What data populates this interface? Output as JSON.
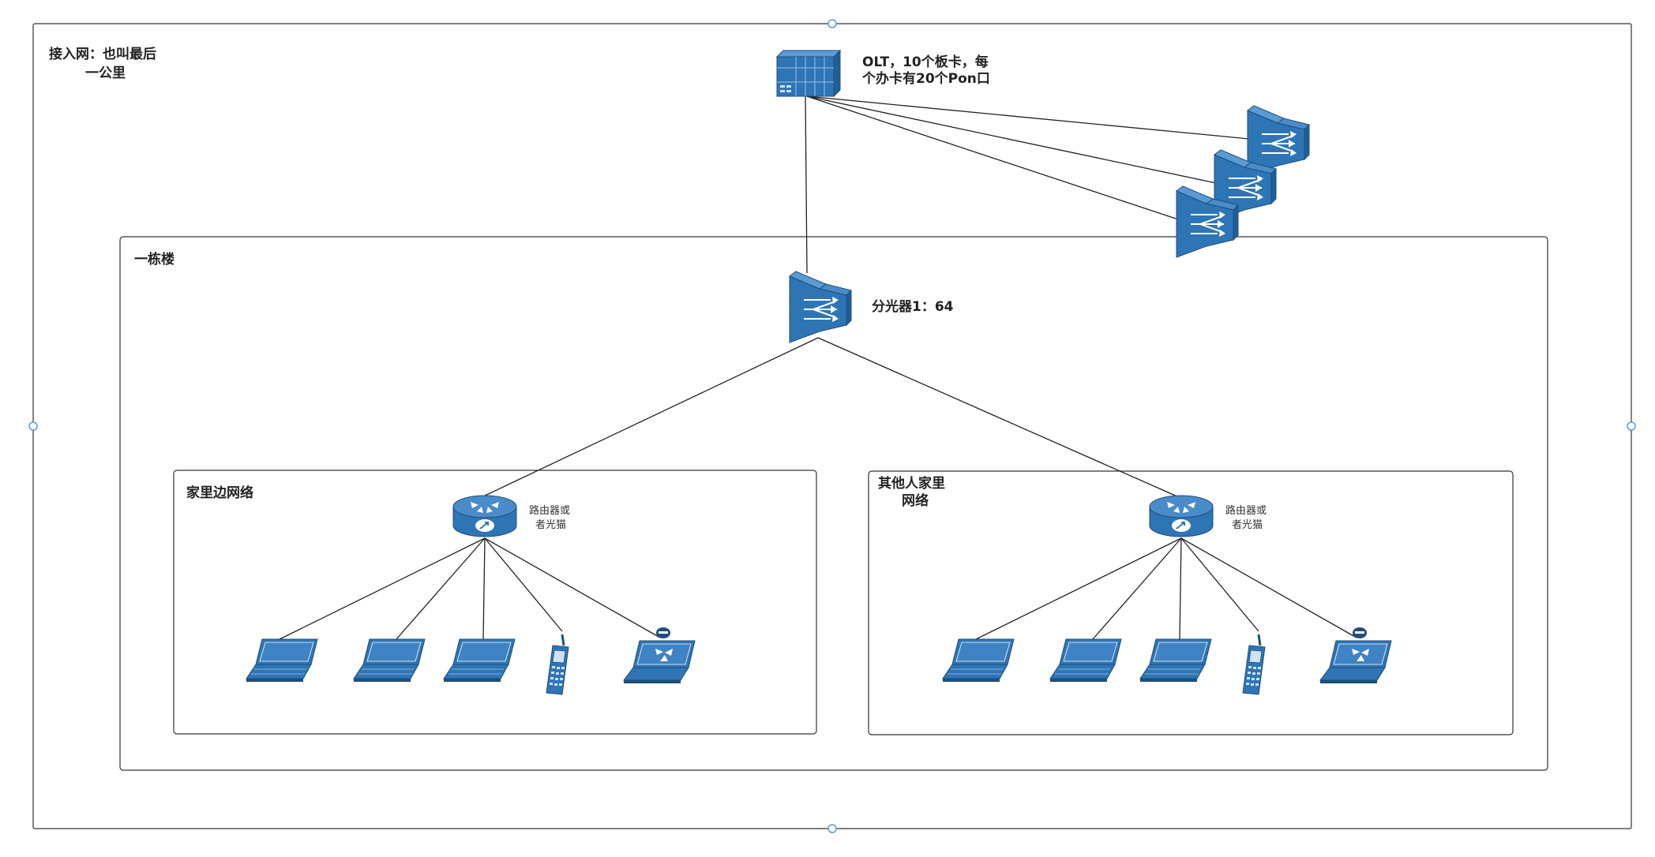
{
  "outer_title": {
    "line1": "接入网：也叫最后",
    "line2": "一公里"
  },
  "olt": {
    "line1": "OLT，10个板卡，每",
    "line2": "个办卡有20个Pon口"
  },
  "building": {
    "title": "一栋楼"
  },
  "splitter": {
    "label": "分光器1：64"
  },
  "home_left": {
    "title": "家里边网络",
    "router": {
      "line1": "路由器或",
      "line2": "者光猫"
    }
  },
  "home_right": {
    "title_line1": "其他人家里",
    "title_line2": "网络",
    "router": {
      "line1": "路由器或",
      "line2": "者光猫"
    }
  },
  "colors": {
    "device_blue": "#2e75b6",
    "device_dark": "#1f4e79",
    "line": "#222222"
  },
  "icons": [
    "olt-rack-icon",
    "splitter-icon",
    "router-icon",
    "laptop-icon",
    "cellphone-icon",
    "wireless-laptop-icon"
  ]
}
